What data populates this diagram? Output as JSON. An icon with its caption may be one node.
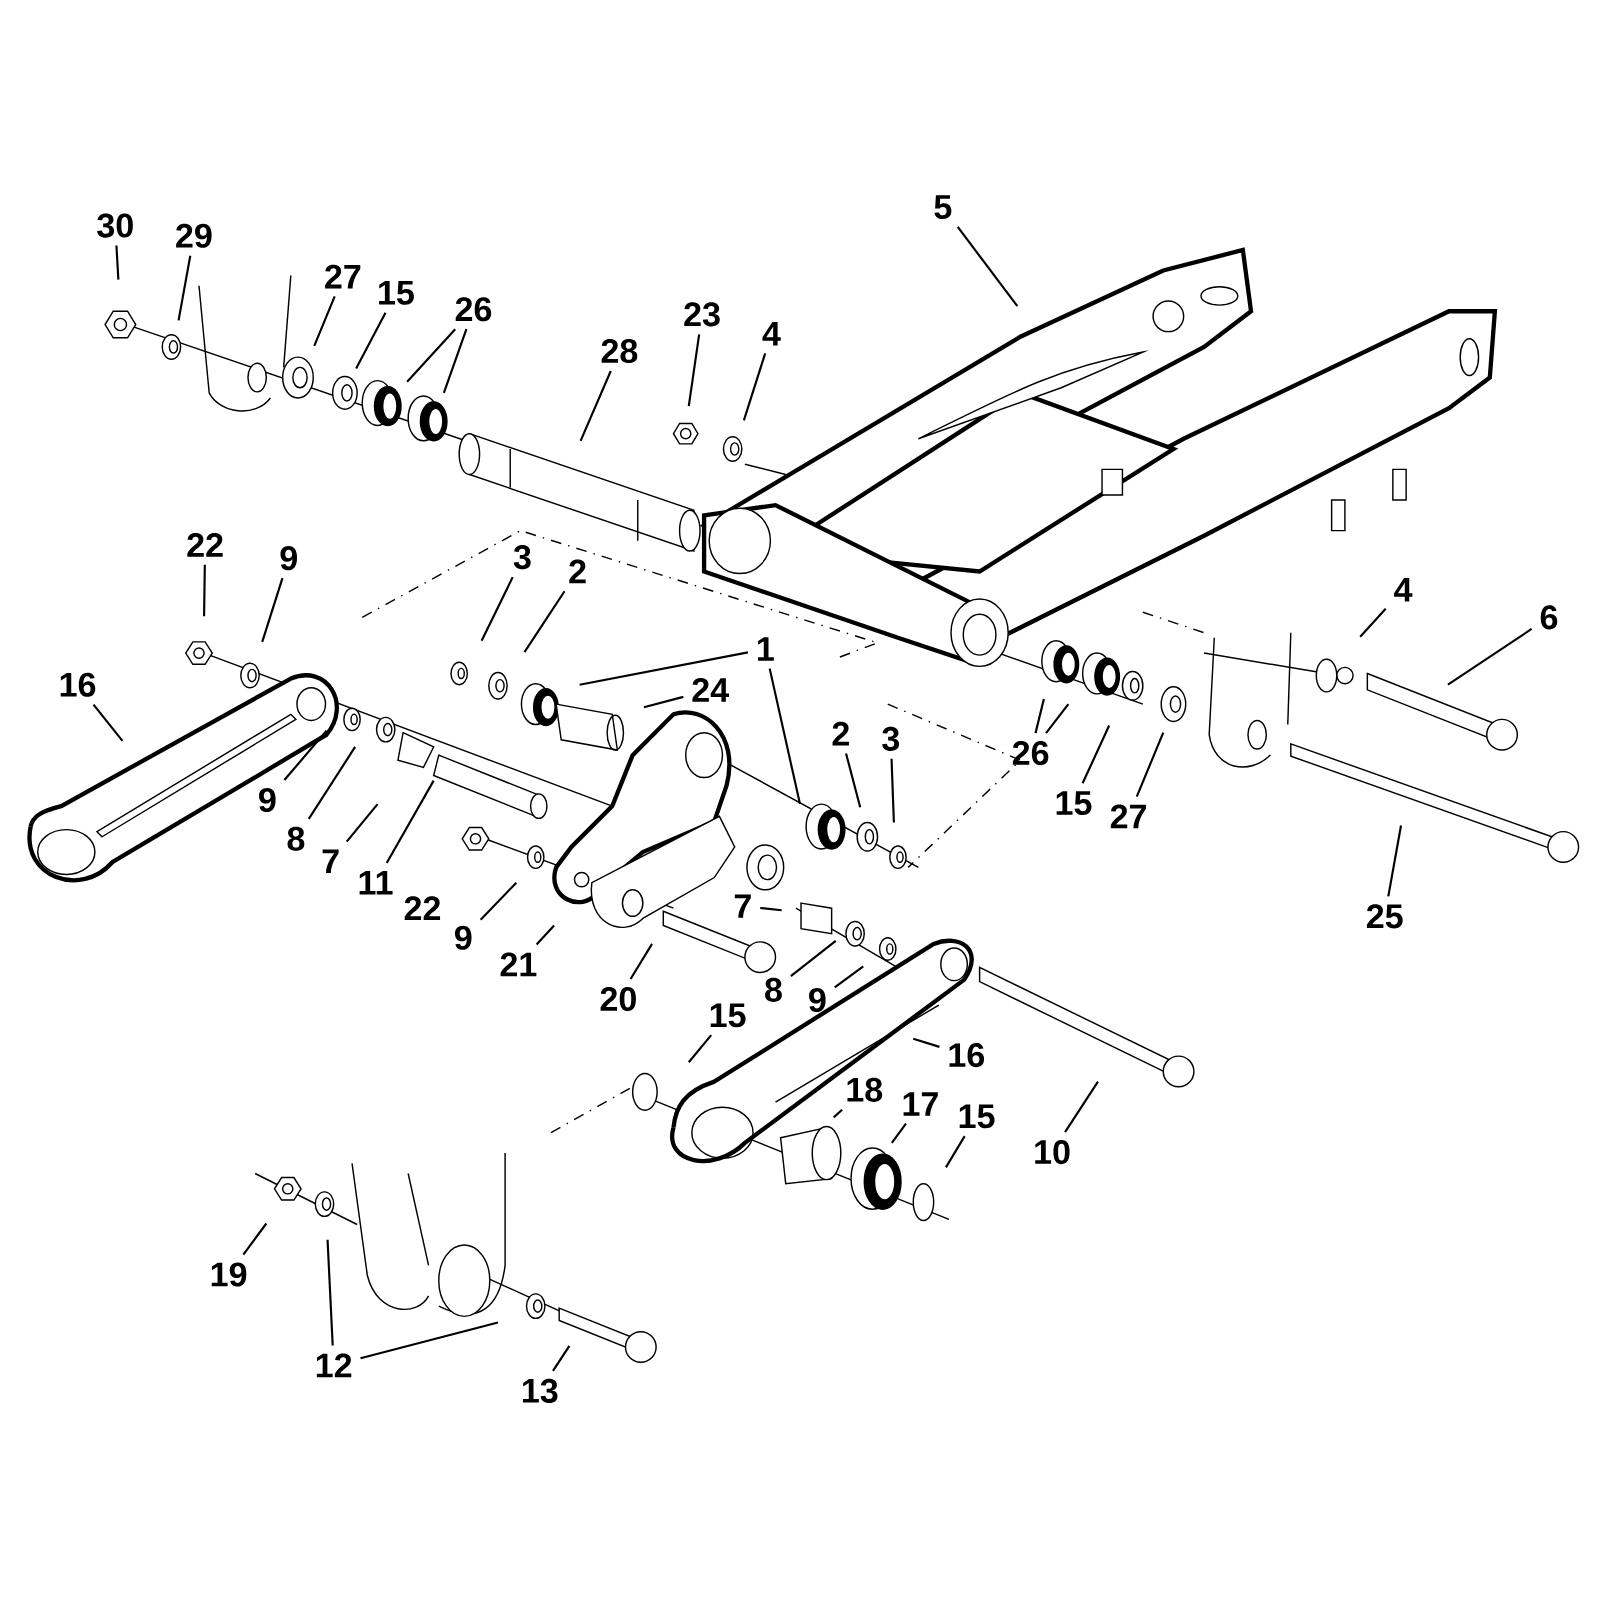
{
  "diagram": {
    "nodes": [
      {
        "text": [
          "30"
        ]
      },
      {
        "text": [
          "29"
        ]
      },
      {
        "text": [
          "27"
        ]
      },
      {
        "text": [
          "15"
        ]
      },
      {
        "text": [
          "26"
        ]
      },
      {
        "text": [
          "28"
        ]
      },
      {
        "text": [
          "23"
        ]
      },
      {
        "text": [
          "4"
        ]
      },
      {
        "text": [
          "5"
        ]
      },
      {
        "text": [
          "22"
        ]
      },
      {
        "text": [
          "9"
        ]
      },
      {
        "text": [
          "3"
        ]
      },
      {
        "text": [
          "2"
        ]
      },
      {
        "text": [
          "1"
        ]
      },
      {
        "text": [
          "24"
        ]
      },
      {
        "text": [
          "16"
        ]
      },
      {
        "text": [
          "9"
        ]
      },
      {
        "text": [
          "8"
        ]
      },
      {
        "text": [
          "7"
        ]
      },
      {
        "text": [
          "11"
        ]
      },
      {
        "text": [
          "22"
        ]
      },
      {
        "text": [
          "9"
        ]
      },
      {
        "text": [
          "21"
        ]
      },
      {
        "text": [
          "20"
        ]
      },
      {
        "text": [
          "7"
        ]
      },
      {
        "text": [
          "8"
        ]
      },
      {
        "text": [
          "9"
        ]
      },
      {
        "text": [
          "2"
        ]
      },
      {
        "text": [
          "3"
        ]
      },
      {
        "text": [
          "4"
        ]
      },
      {
        "text": [
          "6"
        ]
      },
      {
        "text": [
          "26"
        ]
      },
      {
        "text": [
          "15"
        ]
      },
      {
        "text": [
          "27"
        ]
      },
      {
        "text": [
          "25"
        ]
      },
      {
        "text": [
          "15"
        ]
      },
      {
        "text": [
          "16"
        ]
      },
      {
        "text": [
          "10"
        ]
      },
      {
        "text": [
          "18"
        ]
      },
      {
        "text": [
          "17"
        ]
      },
      {
        "text": [
          "15"
        ]
      },
      {
        "text": [
          "19"
        ]
      },
      {
        "text": [
          "12"
        ]
      },
      {
        "text": [
          "13"
        ]
      }
    ],
    "edges": [
      {
        "from": 0,
        "to": null,
        "arrow": "none"
      },
      {
        "from": 1,
        "to": null,
        "arrow": "none"
      },
      {
        "from": 2,
        "to": null,
        "arrow": "none"
      },
      {
        "from": 3,
        "to": null,
        "arrow": "none"
      },
      {
        "from": 4,
        "to": null,
        "arrow": "none"
      },
      {
        "from": 4,
        "to": null,
        "arrow": "none"
      },
      {
        "from": 5,
        "to": null,
        "arrow": "none"
      },
      {
        "from": 6,
        "to": null,
        "arrow": "none"
      },
      {
        "from": 7,
        "to": null,
        "arrow": "none"
      },
      {
        "from": 8,
        "to": null,
        "arrow": "none"
      },
      {
        "from": 9,
        "to": null,
        "arrow": "none"
      },
      {
        "from": 10,
        "to": null,
        "arrow": "none"
      },
      {
        "from": 11,
        "to": null,
        "arrow": "none"
      },
      {
        "from": 12,
        "to": null,
        "arrow": "none"
      },
      {
        "from": 13,
        "to": null,
        "arrow": "none"
      },
      {
        "from": 13,
        "to": null,
        "arrow": "none"
      },
      {
        "from": 14,
        "to": null,
        "arrow": "none"
      },
      {
        "from": 15,
        "to": null,
        "arrow": "none"
      },
      {
        "from": 16,
        "to": null,
        "arrow": "none"
      },
      {
        "from": 17,
        "to": null,
        "arrow": "none"
      },
      {
        "from": 18,
        "to": null,
        "arrow": "none"
      },
      {
        "from": 19,
        "to": null,
        "arrow": "none"
      },
      {
        "from": 21,
        "to": null,
        "arrow": "none"
      },
      {
        "from": 22,
        "to": null,
        "arrow": "none"
      },
      {
        "from": 23,
        "to": null,
        "arrow": "none"
      },
      {
        "from": 24,
        "to": null,
        "arrow": "none"
      },
      {
        "from": 25,
        "to": null,
        "arrow": "none"
      },
      {
        "from": 26,
        "to": null,
        "arrow": "none"
      },
      {
        "from": 27,
        "to": null,
        "arrow": "none"
      },
      {
        "from": 28,
        "to": null,
        "arrow": "none"
      },
      {
        "from": 29,
        "to": null,
        "arrow": "none"
      },
      {
        "from": 30,
        "to": null,
        "arrow": "none"
      },
      {
        "from": 31,
        "to": null,
        "arrow": "none"
      },
      {
        "from": 31,
        "to": null,
        "arrow": "none"
      },
      {
        "from": 32,
        "to": null,
        "arrow": "none"
      },
      {
        "from": 33,
        "to": null,
        "arrow": "none"
      },
      {
        "from": 34,
        "to": null,
        "arrow": "none"
      },
      {
        "from": 35,
        "to": null,
        "arrow": "none"
      },
      {
        "from": 36,
        "to": null,
        "arrow": "none"
      },
      {
        "from": 37,
        "to": null,
        "arrow": "none"
      },
      {
        "from": 38,
        "to": null,
        "arrow": "none"
      },
      {
        "from": 39,
        "to": null,
        "arrow": "none"
      },
      {
        "from": 40,
        "to": null,
        "arrow": "none"
      },
      {
        "from": 41,
        "to": null,
        "arrow": "none"
      },
      {
        "from": 42,
        "to": null,
        "arrow": "none"
      },
      {
        "from": 42,
        "to": null,
        "arrow": "none"
      },
      {
        "from": 43,
        "to": null,
        "arrow": "none"
      }
    ]
  }
}
